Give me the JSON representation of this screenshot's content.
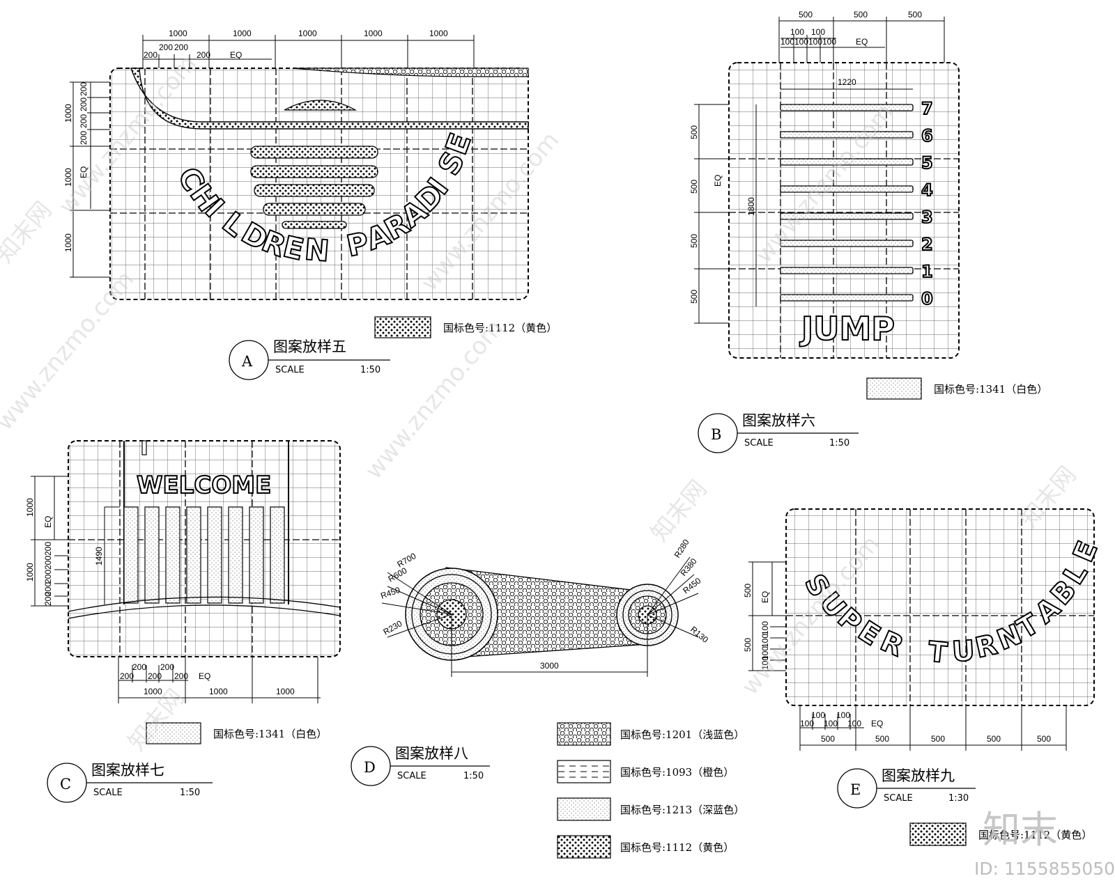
{
  "panels": {
    "A": {
      "letter": "A",
      "title": "图案放样五",
      "scale_label": "SCALE",
      "scale_value": "1:50",
      "top_dims": [
        "1000",
        "1000",
        "1000",
        "1000",
        "1000"
      ],
      "top_sub_dims": [
        "200",
        "200",
        "200",
        "200"
      ],
      "eq": "EQ",
      "left_dims": [
        "1000",
        "1000",
        "1000"
      ],
      "left_sub_dims": [
        "200",
        "200",
        "200",
        "200"
      ],
      "text": "CHILDREN PARADISE",
      "legend": "国标色号:1112（黄色）"
    },
    "B": {
      "letter": "B",
      "title": "图案放样六",
      "scale_label": "SCALE",
      "scale_value": "1:50",
      "top_dims": [
        "500",
        "500",
        "500"
      ],
      "top_sub_dims": [
        "100",
        "100"
      ],
      "top_sub_dims2": [
        "100",
        "100",
        "100",
        "100"
      ],
      "eq": "EQ",
      "inner_width": "1220",
      "left_dims": [
        "500",
        "500",
        "500",
        "500"
      ],
      "left_height": "1800",
      "numbers": [
        "7",
        "6",
        "5",
        "4",
        "3",
        "2",
        "1",
        "0"
      ],
      "text": "JUMP",
      "legend": "国标色号:1341（白色）"
    },
    "C": {
      "letter": "C",
      "title": "图案放样七",
      "scale_label": "SCALE",
      "scale_value": "1:50",
      "text": "WELCOME",
      "left_dims": [
        "1000",
        "1000"
      ],
      "left_sub_dims": [
        "200",
        "200",
        "200",
        "200",
        "200"
      ],
      "bar_height": "1490",
      "bottom_sub_dims": [
        "200",
        "200",
        "200",
        "200",
        "200"
      ],
      "bottom_dims": [
        "1000",
        "1000",
        "1000"
      ],
      "eq": "EQ",
      "legend": "国标色号:1341（白色）"
    },
    "D": {
      "letter": "D",
      "title": "图案放样八",
      "scale_label": "SCALE",
      "scale_value": "1:50",
      "radii_left": [
        "R700",
        "R600",
        "R450",
        "R230"
      ],
      "radii_right": [
        "R280",
        "R380",
        "R450",
        "R130"
      ],
      "length": "3000",
      "legends": [
        "国标色号:1201（浅蓝色）",
        "国标色号:1093（橙色）",
        "国标色号:1213（深蓝色）",
        "国标色号:1112（黄色）"
      ]
    },
    "E": {
      "letter": "E",
      "title": "图案放样九",
      "scale_label": "SCALE",
      "scale_value": "1:30",
      "text": "SUPER TURNTABLE",
      "left_dims": [
        "500",
        "500"
      ],
      "left_sub_dims": [
        "100",
        "100",
        "100",
        "100"
      ],
      "bottom_sub_dims": [
        "100",
        "100",
        "100",
        "100",
        "100"
      ],
      "bottom_dims": [
        "500",
        "500",
        "500",
        "500",
        "500"
      ],
      "eq": "EQ",
      "legend": "国标色号:1112（黄色）"
    }
  },
  "watermark": {
    "site": "www.znzmo.com",
    "brand": "知末网",
    "logo": "知末",
    "id": "ID: 1155855050"
  }
}
